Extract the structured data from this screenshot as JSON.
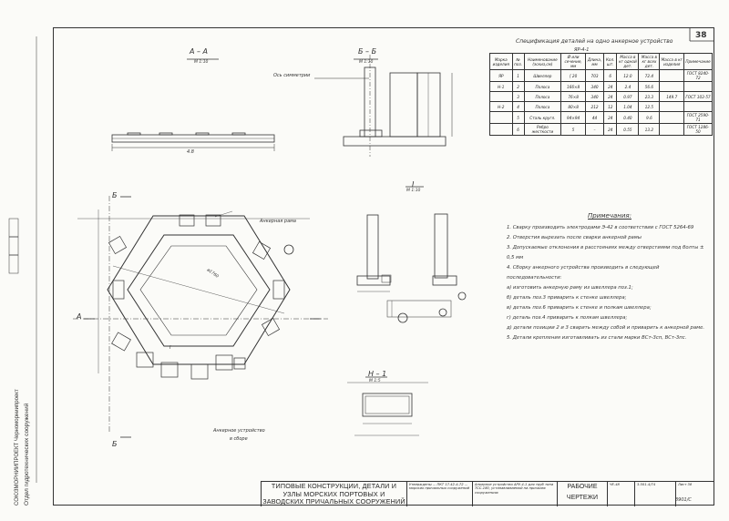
{
  "sheet": {
    "page_number": "38",
    "side_stamp_org": "СОЮЗМОРНИИПРОЕКТ Черноморниипроект",
    "side_stamp_dept": "Отдел гидротехнических сооружений"
  },
  "views": {
    "section_aa": {
      "title": "А – А",
      "scale": "М 1:10",
      "dim": "4.8"
    },
    "section_bb": {
      "title": "Б – Б",
      "scale": "М 1:10",
      "axis_label": "Ось симметрии"
    },
    "detail_i": {
      "title": "I",
      "scale": "М 1:10"
    },
    "detail_n1": {
      "title": "Н – 1",
      "scale": "М 1:5"
    },
    "plan": {
      "anchor_frame_label": "Анкерная рама",
      "anchor_device_label": "Анкерное устройство",
      "anchor_device_sub": "в сборе",
      "cut_a": "А",
      "cut_b": "Б",
      "callout_i": "I",
      "diameter": "ø1760"
    }
  },
  "spec": {
    "title": "Спецификация деталей на одно анкерное устройство",
    "subtitle": "ЯР-4-1",
    "headers": [
      "Марка изделия",
      "№ поз.",
      "Наименование (эскиз,см)",
      "Ø или сечение, мм",
      "Длина, мм",
      "Кол. шт.",
      "Масса в кг одной дет.",
      "Масса в кг всех дет.",
      "Масса в кг изделия",
      "Примечание"
    ],
    "rows": [
      [
        "ЯР",
        "1",
        "Швеллер",
        "[ 20",
        "703",
        "6",
        "12.0",
        "72.4",
        "",
        "ГОСТ 8240-72"
      ],
      [
        "Н-1",
        "2",
        "Полоса",
        "166×8",
        "340",
        "24",
        "2.4",
        "56.6",
        "",
        ""
      ],
      [
        "",
        "3",
        "Полоса",
        "76×8",
        "340",
        "24",
        "0.97",
        "23.3",
        "149.7",
        "ГОСТ 103-57"
      ],
      [
        "Н-2",
        "4",
        "Полоса",
        "80×8",
        "212",
        "12",
        "1.04",
        "12.5",
        "",
        ""
      ],
      [
        "",
        "5",
        "Сталь кругл.",
        "94×94",
        "44",
        "24",
        "0.40",
        "9.6",
        "",
        "ГОСТ 2590-71"
      ],
      [
        "",
        "6",
        "Ребро жесткости",
        "5",
        "–",
        "24",
        "0.55",
        "13.2",
        "",
        "ГОСТ 1286-50"
      ]
    ]
  },
  "notes": {
    "heading": "Примечания:",
    "items": [
      "1. Сварку производить электродами Э-42 в соответствии с ГОСТ 5264-69",
      "2. Отверстия вырезать после сварки анкерной рамы",
      "3. Допускаемые отклонения в расстояниях между отверстиями под болты ± 0,5 мм",
      "4. Сборку анкерного устройства производить в следующей последовательности:",
      "а) изготовить анкерную раму из швеллера поз.1;",
      "б) деталь поз.3 приварить к стенке швеллера;",
      "в) деталь поз.6 приварить к стенке и полкам швеллера;",
      "г) деталь поз.4 приварить к полкам швеллера;",
      "д) детали позиции 2 и 3 сварить между собой и приварить к анкерной раме.",
      "5. Детали крепления изготавливать из стали марки ВСт-3сп, ВСт-3пс."
    ]
  },
  "title_block": {
    "main_title": "ТИПОВЫЕ КОНСТРУКЦИИ, ДЕТАЛИ И УЗЛЫ МОРСКИХ ПОРТОВЫХ И ЗАВОДСКИХ ПРИЧАЛЬНЫХ СООРУЖЕНИЙ",
    "approval": "Утверждены ... ПКТ 17.42-4-72 ... морских причальных сооружений",
    "description": "Анкерное устройство АРУ-4-1 для труб типа ТСС-180, устанавливаемой на причалах сооружениях",
    "stage": "РАБОЧИЕ ЧЕРТЕЖИ",
    "code1": "ЧЕ-48",
    "code2": "3.501-4/74",
    "sheet": "Лист 38",
    "inv": "3901/С"
  }
}
